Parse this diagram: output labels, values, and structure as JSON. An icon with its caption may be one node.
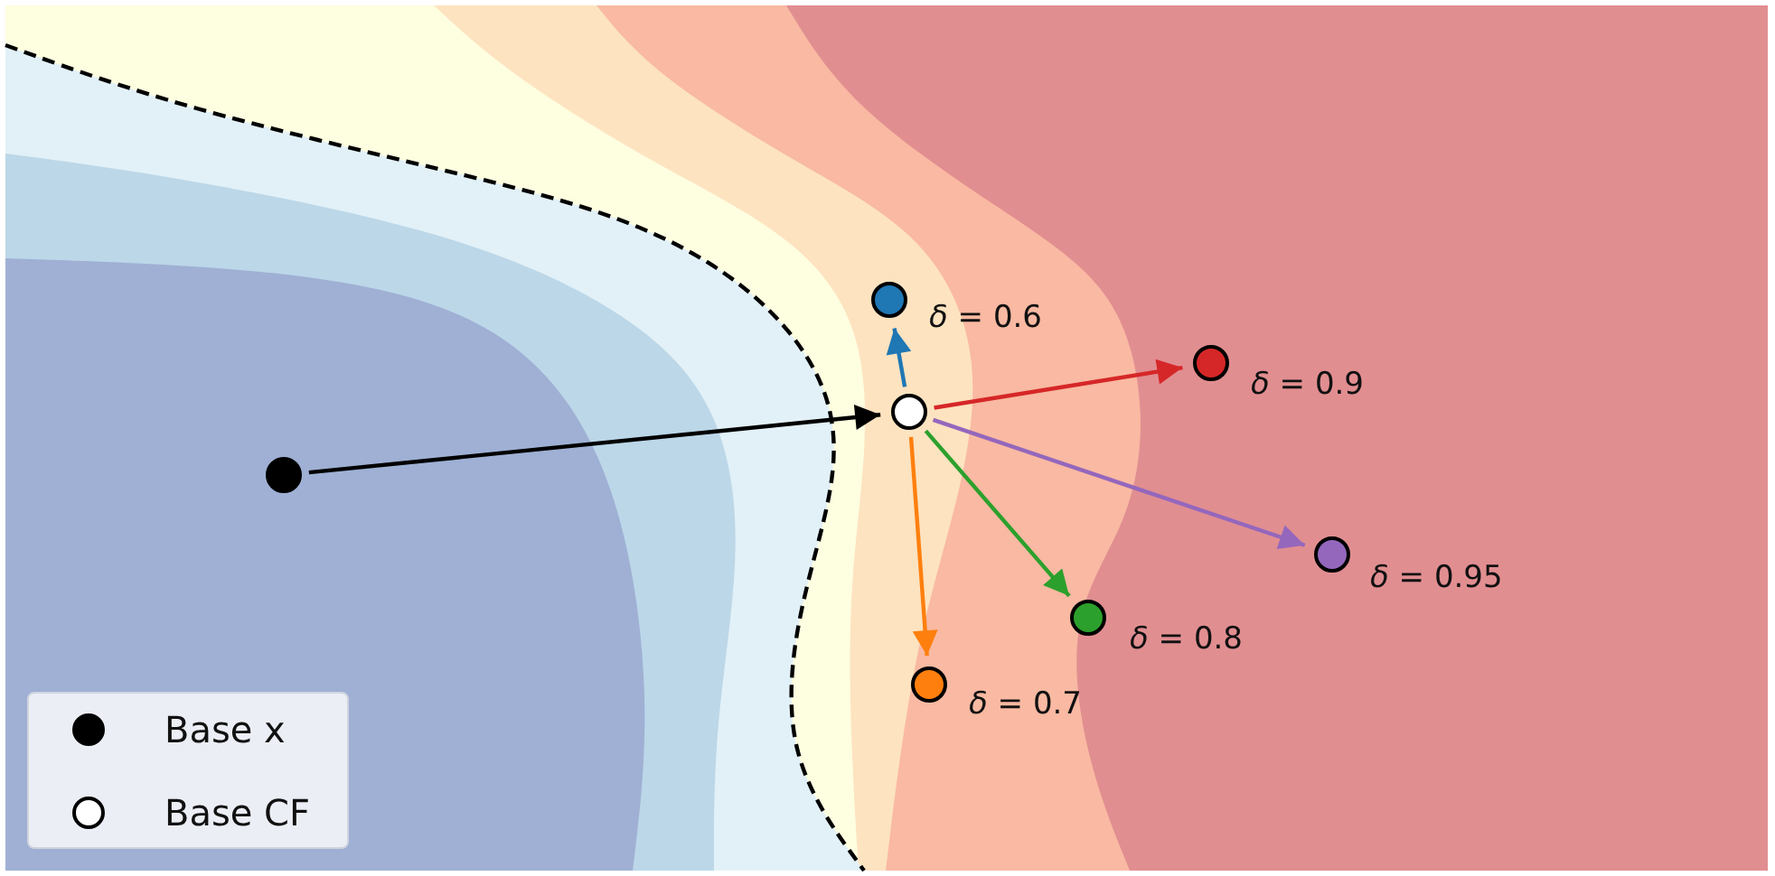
{
  "diagram": {
    "nodes": [
      {
        "text": [],
        "shape": "circle"
      },
      {
        "text": [],
        "shape": "circle"
      },
      {
        "text": [],
        "shape": "circle",
        "beside": [
          "*δ* = 0.6"
        ]
      },
      {
        "text": [],
        "shape": "circle",
        "beside": [
          "*δ* = 0.9"
        ]
      },
      {
        "text": [],
        "shape": "circle",
        "beside": [
          "*δ* = 0.95"
        ]
      },
      {
        "text": [],
        "shape": "circle",
        "beside": [
          "*δ* = 0.8"
        ]
      },
      {
        "text": [],
        "shape": "circle",
        "beside": [
          "*δ* = 0.7"
        ]
      }
    ],
    "edges": [
      {
        "from": 0,
        "to": 1,
        "arrow": "to"
      },
      {
        "from": 1,
        "to": 2,
        "arrow": "to",
        "color": "#1f77b4"
      },
      {
        "from": 1,
        "to": 3,
        "arrow": "to",
        "color": "#d62728"
      },
      {
        "from": 1,
        "to": 4,
        "arrow": "to",
        "color": "#9467bd"
      },
      {
        "from": 1,
        "to": 5,
        "arrow": "to",
        "color": "#2ca02c"
      },
      {
        "from": 1,
        "to": 6,
        "arrow": "to",
        "color": "#ff7f0e"
      }
    ],
    "legend": [
      {
        "text": "Base x",
        "color": "#000000"
      },
      {
        "text": "Base CF",
        "color": "#ffffff"
      }
    ]
  }
}
